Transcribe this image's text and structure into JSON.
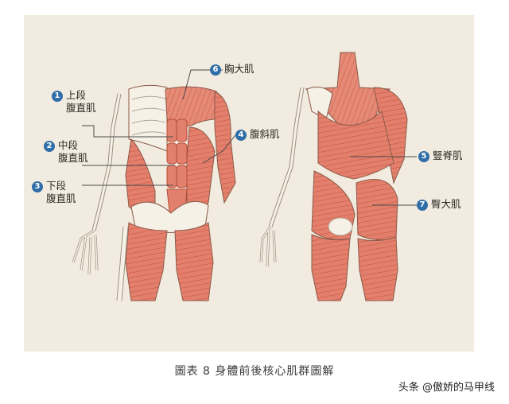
{
  "labels": [
    {
      "num": "1",
      "lines": [
        "上段",
        "腹直肌"
      ]
    },
    {
      "num": "2",
      "lines": [
        "中段",
        "腹直肌"
      ]
    },
    {
      "num": "3",
      "lines": [
        "下段",
        "腹直肌"
      ]
    },
    {
      "num": "4",
      "lines": [
        "腹斜肌"
      ]
    },
    {
      "num": "5",
      "lines": [
        "豎脊肌"
      ]
    },
    {
      "num": "6",
      "lines": [
        "胸大肌"
      ]
    },
    {
      "num": "7",
      "lines": [
        "臀大肌"
      ]
    }
  ],
  "caption": "圖表 8  身體前後核心肌群圖解",
  "watermark": "头条 @傲娇的马甲线",
  "colors": {
    "background": "#f2ebdf",
    "muscle": "#e3806d",
    "muscle_dark": "#c9573f",
    "bone": "#f6f1e6",
    "accent": "#2f6ea8"
  }
}
